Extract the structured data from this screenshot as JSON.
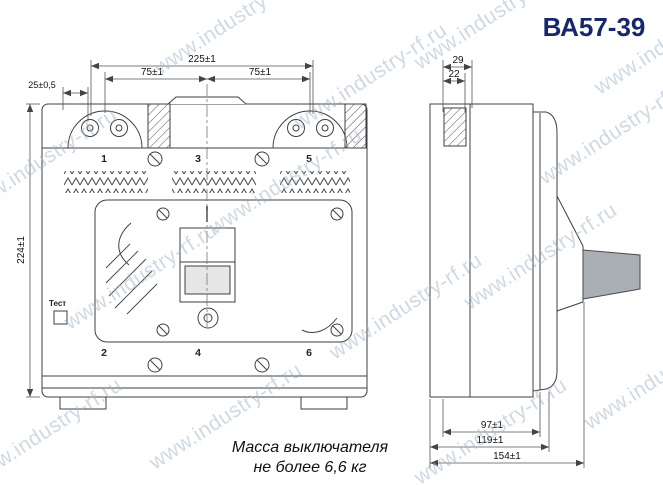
{
  "title": "ВА57-39",
  "watermark": "www.industry-rf.ru",
  "note": {
    "line1": "Масса выключателя",
    "line2": "не более 6,6 кг"
  },
  "front_view": {
    "dims": {
      "overall_width": "225±1",
      "pole_pitch_left": "75±1",
      "pole_pitch_right": "75±1",
      "hole_offset": "25±0,5",
      "overall_height": "224±1"
    },
    "terminals_top": [
      "1",
      "3",
      "5"
    ],
    "terminals_bottom": [
      "2",
      "4",
      "6"
    ],
    "test_button_label": "Тест"
  },
  "side_view": {
    "dims": {
      "rail_outer": "29",
      "rail_inner": "22",
      "depth_body": "97±1",
      "depth_mid": "119±1",
      "depth_overall": "154±1"
    }
  },
  "colors": {
    "line": "#3f3f3f",
    "dim": "#444444",
    "title": "#16276f",
    "watermark": "#9fb4ca",
    "handle_fill": "#a9afb5"
  }
}
